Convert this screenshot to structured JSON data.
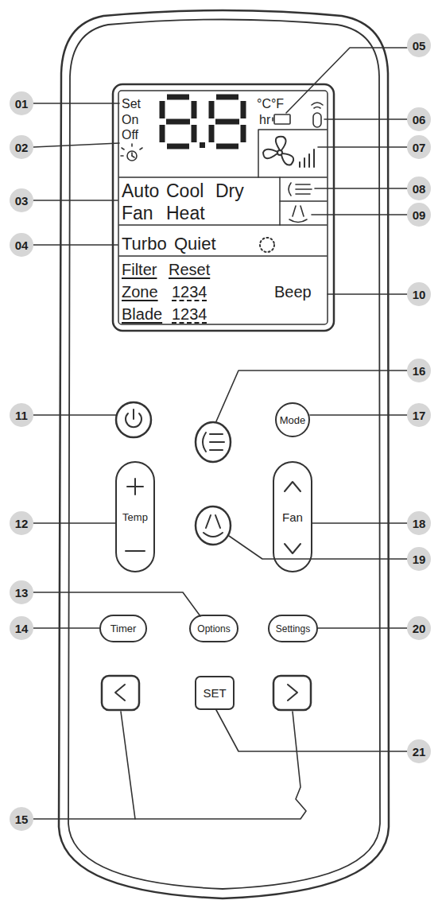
{
  "diagram": {
    "nodes": [
      {
        "text": [
          "Mode"
        ]
      },
      {
        "text": [
          "Temp"
        ]
      },
      {
        "text": [
          "Fan"
        ]
      },
      {
        "text": [
          "Timer"
        ]
      },
      {
        "text": [
          "Options"
        ]
      },
      {
        "text": [
          "Settings"
        ]
      },
      {
        "text": [
          "SET"
        ]
      }
    ],
    "labels": [
      "01",
      "Set",
      "On",
      "Off",
      "02",
      "°C°F",
      "hr",
      "05",
      "06",
      "07",
      "Auto",
      "Cool",
      "Dry",
      "Fan",
      "Heat",
      "03",
      "08",
      "09",
      "Turbo",
      "Quiet",
      "04",
      "Filter",
      "Reset",
      "Zone",
      "1234",
      "Beep",
      "10",
      "Blade",
      "1234",
      "11",
      "16",
      "17",
      "12",
      "18",
      "19",
      "13",
      "14",
      "20",
      "15",
      "21"
    ]
  }
}
